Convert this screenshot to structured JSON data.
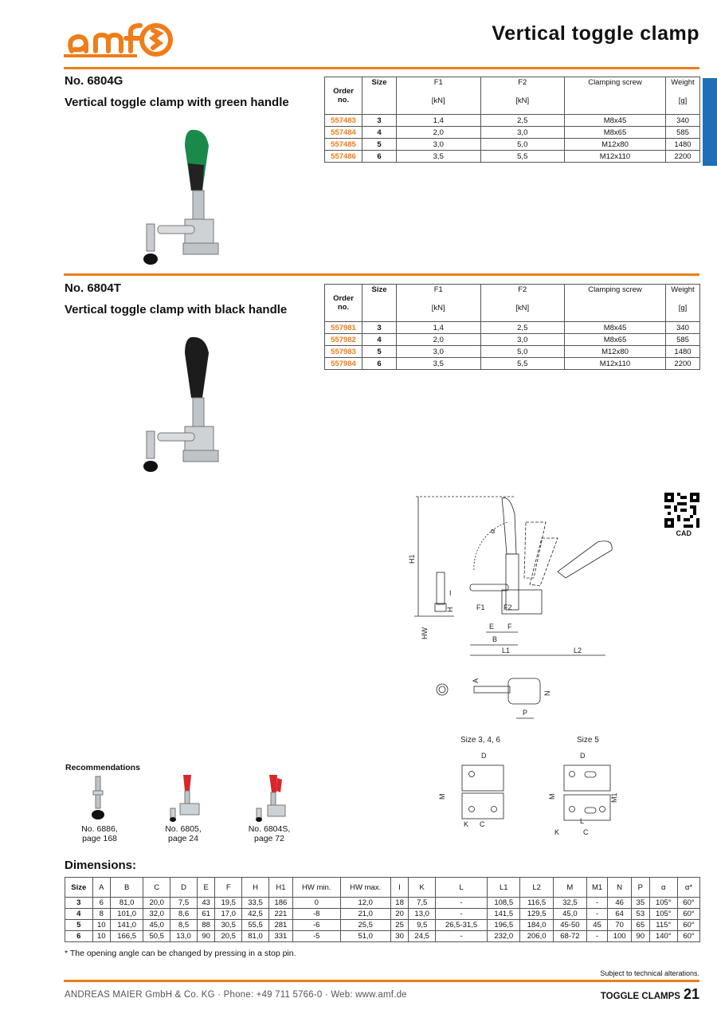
{
  "header": {
    "title": "Vertical toggle clamp",
    "brand_color": "#ee7d1a",
    "tab_color": "#1e6fb5"
  },
  "products": [
    {
      "number": "No. 6804G",
      "description": "Vertical toggle clamp with green handle",
      "handle_color": "#1a8a4a",
      "rows": [
        {
          "order": "557483",
          "size": "3",
          "f1": "1,4",
          "f2": "2,5",
          "screw": "M8x45",
          "weight": "340"
        },
        {
          "order": "557484",
          "size": "4",
          "f1": "2,0",
          "f2": "3,0",
          "screw": "M8x65",
          "weight": "585"
        },
        {
          "order": "557485",
          "size": "5",
          "f1": "3,0",
          "f2": "5,0",
          "screw": "M12x80",
          "weight": "1480"
        },
        {
          "order": "557486",
          "size": "6",
          "f1": "3,5",
          "f2": "5,5",
          "screw": "M12x110",
          "weight": "2200"
        }
      ]
    },
    {
      "number": "No. 6804T",
      "description": "Vertical toggle clamp with black handle",
      "handle_color": "#1c1c1c",
      "rows": [
        {
          "order": "557981",
          "size": "3",
          "f1": "1,4",
          "f2": "2,5",
          "screw": "M8x45",
          "weight": "340"
        },
        {
          "order": "557982",
          "size": "4",
          "f1": "2,0",
          "f2": "3,0",
          "screw": "M8x65",
          "weight": "585"
        },
        {
          "order": "557983",
          "size": "5",
          "f1": "3,0",
          "f2": "5,0",
          "screw": "M12x80",
          "weight": "1480"
        },
        {
          "order": "557984",
          "size": "6",
          "f1": "3,5",
          "f2": "5,5",
          "screw": "M12x110",
          "weight": "2200"
        }
      ]
    }
  ],
  "spec_headers": {
    "order": "Order no.",
    "size": "Size",
    "f1": "F1",
    "f2": "F2",
    "screw": "Clamping screw",
    "weight": "Weight",
    "unit_kn": "[kN]",
    "unit_g": "[g]"
  },
  "cad_label": "CAD",
  "drawing_labels": {
    "h1": "H1",
    "h": "H",
    "i": "I",
    "hw": "HW",
    "f1": "F1",
    "f2": "F2",
    "e": "E",
    "f": "F",
    "b": "B",
    "l1": "L1",
    "l2": "L2",
    "alpha": "α",
    "a": "A",
    "n": "N",
    "p": "P",
    "d": "D",
    "m": "M",
    "m1": "M1",
    "k": "K",
    "c": "C",
    "l": "L",
    "size_346": "Size 3, 4, 6",
    "size_5": "Size 5"
  },
  "recommendations": {
    "title": "Recommendations",
    "items": [
      {
        "name": "No. 6886,",
        "page": "page 168"
      },
      {
        "name": "No. 6805,",
        "page": "page 24"
      },
      {
        "name": "No. 6804S,",
        "page": "page 72"
      }
    ]
  },
  "dimensions": {
    "title": "Dimensions:",
    "headers": [
      "Size",
      "A",
      "B",
      "C",
      "D",
      "E",
      "F",
      "H",
      "H1",
      "HW min.",
      "HW max.",
      "I",
      "K",
      "L",
      "L1",
      "L2",
      "M",
      "M1",
      "N",
      "P",
      "α",
      "α*"
    ],
    "rows": [
      [
        "3",
        "6",
        "81,0",
        "20,0",
        "7,5",
        "43",
        "19,5",
        "33,5",
        "186",
        "0",
        "12,0",
        "18",
        "7,5",
        "-",
        "108,5",
        "116,5",
        "32,5",
        "-",
        "46",
        "35",
        "105°",
        "60°"
      ],
      [
        "4",
        "8",
        "101,0",
        "32,0",
        "8,6",
        "61",
        "17,0",
        "42,5",
        "221",
        "-8",
        "21,0",
        "20",
        "13,0",
        "-",
        "141,5",
        "129,5",
        "45,0",
        "-",
        "64",
        "53",
        "105°",
        "60°"
      ],
      [
        "5",
        "10",
        "141,0",
        "45,0",
        "8,5",
        "88",
        "30,5",
        "55,5",
        "281",
        "-6",
        "25,5",
        "25",
        "9,5",
        "26,5-31,5",
        "196,5",
        "184,0",
        "45-50",
        "45",
        "70",
        "65",
        "115°",
        "60°"
      ],
      [
        "6",
        "10",
        "166,5",
        "50,5",
        "13,0",
        "90",
        "20,5",
        "81,0",
        "331",
        "-5",
        "51,0",
        "30",
        "24,5",
        "-",
        "232,0",
        "206,0",
        "68-72",
        "-",
        "100",
        "90",
        "140°",
        "60°"
      ]
    ],
    "footnote": "* The opening angle can be changed by pressing in a stop pin."
  },
  "subject_note": "Subject to technical alterations.",
  "footer": {
    "company": "ANDREAS MAIER GmbH & Co. KG · Phone: +49 711 5766-0 · Web: www.amf.de",
    "section": "TOGGLE CLAMPS",
    "page": "21"
  }
}
